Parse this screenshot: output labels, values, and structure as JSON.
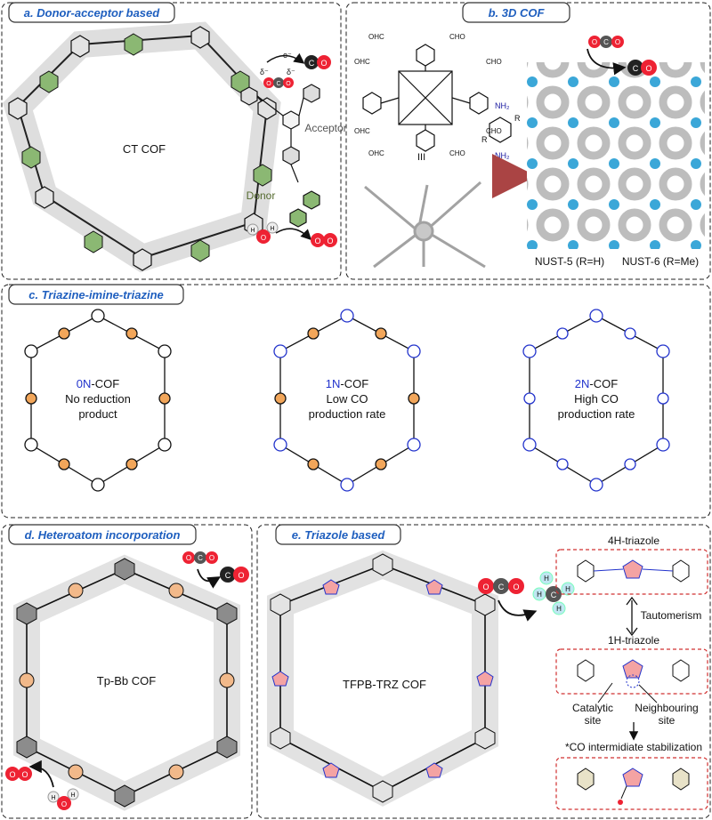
{
  "colors": {
    "accent_blue": "#1f5fbf",
    "orange_ring": "#f2a65a",
    "triazine_blue": "#2233cc",
    "pink_ring": "#e87a7a",
    "cof_blue": "#3ba7d8",
    "dash_red": "#d03030"
  },
  "panel_a": {
    "tag": "a. Donor-acceptor based",
    "center_label": "CT COF",
    "acceptor": "Acceptor",
    "donor": "Donor",
    "electron": "e⁻",
    "delta_minus_1": "δ⁻",
    "delta_minus_2": "δ⁻",
    "co2_letters": [
      "O",
      "C",
      "O"
    ],
    "co_letters": [
      "C",
      "O"
    ],
    "h2o_letters": [
      "H",
      "O",
      "H"
    ],
    "o2_letters": [
      "O",
      "O"
    ]
  },
  "panel_b": {
    "tag": "b. 3D COF",
    "cho_labels": [
      "OHC",
      "CHO",
      "OHC",
      "CHO",
      "OHC",
      "CHO",
      "OHC",
      "CHO"
    ],
    "roman": "III",
    "nh2_top": "NH₂",
    "nh2_bottom": "NH₂",
    "r_top": "R",
    "r_bottom": "R",
    "caption_left": "NUST-5 (R=H)",
    "caption_right": "NUST-6 (R=Me)",
    "co2_letters": [
      "O",
      "C",
      "O"
    ],
    "co_letters": [
      "C",
      "O"
    ]
  },
  "panel_c": {
    "tag": "c. Triazine-imine-triazine",
    "cofs": [
      {
        "prefix": "0N",
        "suffix": "-COF",
        "line2": "No reduction",
        "line3": "product"
      },
      {
        "prefix": "1N",
        "suffix": "-COF",
        "line2": "Low CO",
        "line3": "production rate"
      },
      {
        "prefix": "2N",
        "suffix": "-COF",
        "line2": "High CO",
        "line3": "production rate"
      }
    ]
  },
  "panel_d": {
    "tag": "d. Heteroatom incorporation",
    "center_label": "Tp-Bb COF",
    "co2_letters": [
      "O",
      "C",
      "O"
    ],
    "co_letters": [
      "C",
      "O"
    ],
    "h2o_letters": [
      "H",
      "O",
      "H"
    ],
    "o2_letters": [
      "O",
      "O"
    ]
  },
  "panel_e": {
    "tag": "e. Triazole based",
    "center_label": "TFPB-TRZ COF",
    "label_4h": "4H-triazole",
    "tautomerism": "Tautomerism",
    "label_1h": "1H-triazole",
    "catalytic_1": "Catalytic",
    "catalytic_2": "site",
    "neighbour_1": "Neighbouring",
    "neighbour_2": "site",
    "stabilization": "*CO intermidiate stabilization",
    "co2_letters": [
      "O",
      "C",
      "O"
    ],
    "ch4_letters": [
      "H",
      "H",
      "C",
      "H",
      "H"
    ]
  }
}
